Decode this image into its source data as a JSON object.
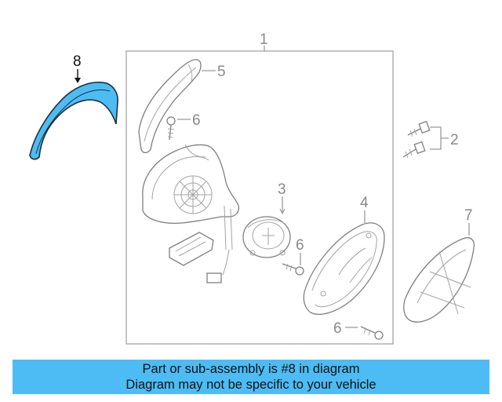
{
  "callouts": {
    "c1": "1",
    "c2": "2",
    "c3": "3",
    "c4": "4",
    "c5": "5",
    "c6a": "6",
    "c6b": "6",
    "c6c": "6",
    "c7": "7",
    "c8": "8"
  },
  "highlight_color": "#4dbcf4",
  "banner": {
    "line1": "Part or sub-assembly is #8 in diagram",
    "line2": "Diagram may not be specific to your vehicle"
  }
}
